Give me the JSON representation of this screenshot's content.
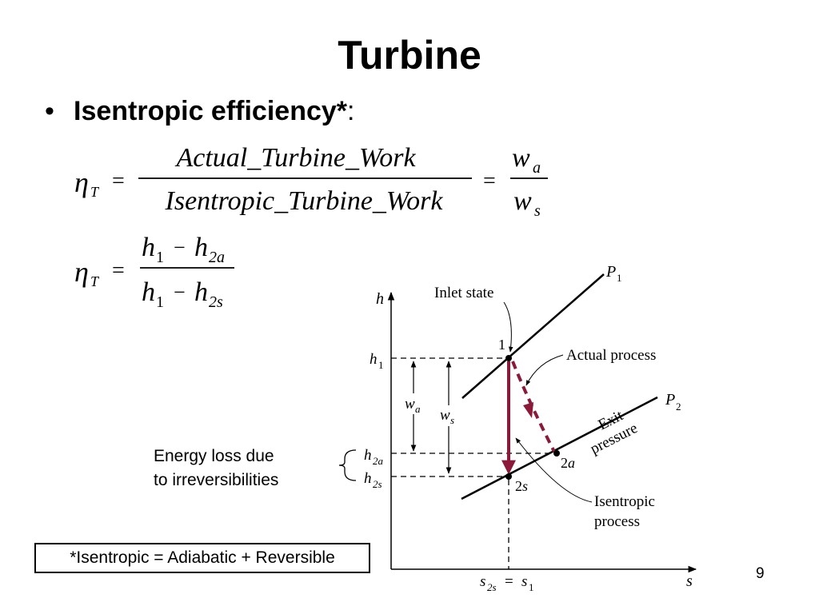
{
  "title": "Turbine",
  "bullet": {
    "symbol": "•",
    "text": "Isentropic efficiency*",
    "colon": ":"
  },
  "equation1": {
    "lhs": "η",
    "lhs_sub": "T",
    "eq": "=",
    "numerator": "Actual_Turbine_Work",
    "denominator": "Isentropic_Turbine_Work",
    "eq2": "=",
    "frac2_num": "w",
    "frac2_num_sub": "a",
    "frac2_den": "w",
    "frac2_den_sub": "s"
  },
  "equation2": {
    "lhs": "η",
    "lhs_sub": "T",
    "eq": "=",
    "num_h1": "h",
    "num_h1_sub": "1",
    "minus": "−",
    "num_h2": "h",
    "num_h2_sub": "2a",
    "den_h1": "h",
    "den_h1_sub": "1",
    "den_h2": "h",
    "den_h2_sub": "2s"
  },
  "diagram": {
    "axis_y": "h",
    "axis_x": "s",
    "p1": "P",
    "p1_sub": "1",
    "p2": "P",
    "p2_sub": "2",
    "inlet_state": "Inlet state",
    "point_1": "1",
    "point_2a": "2",
    "point_2a_suffix": "a",
    "point_2s": "2",
    "point_2s_suffix": "s",
    "actual_process": "Actual process",
    "exit_pressure_line1": "Exit",
    "exit_pressure_line2": "pressure",
    "isentropic_process_line1": "Isentropic",
    "isentropic_process_line2": "process",
    "h1": "h",
    "h1_sub": "1",
    "h2a": "h",
    "h2a_sub": "2a",
    "h2s": "h",
    "h2s_sub": "2s",
    "wa": "w",
    "wa_sub": "a",
    "ws": "w",
    "ws_sub": "s",
    "s_left": "s",
    "s_left_sub": "2s",
    "s_eq": "=",
    "s_right": "s",
    "s_right_sub": "1",
    "process_color": "#8b1a3a"
  },
  "energy_note_line1": "Energy loss due",
  "energy_note_line2": "to irreversibilities",
  "footnote": "*Isentropic = Adiabatic + Reversible",
  "page_number": "9"
}
